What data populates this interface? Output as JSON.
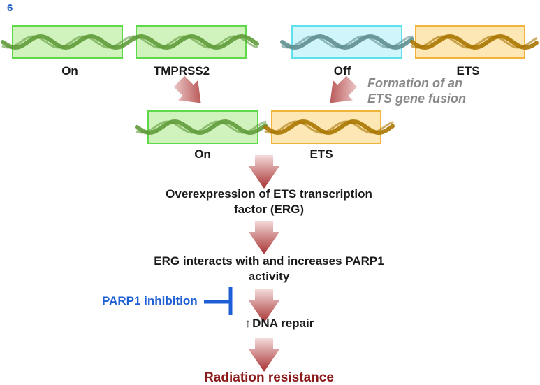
{
  "figure_number": "6",
  "genes_top": {
    "left_pair": {
      "on_label": "On",
      "gene_label": "TMPRSS2"
    },
    "right_pair": {
      "off_label": "Off",
      "gene_label": "ETS"
    }
  },
  "annotation": "Formation of an ETS gene fusion",
  "fusion": {
    "on_label": "On",
    "gene_label": "ETS"
  },
  "steps": [
    "Overexpression of ETS transcription factor (ERG)",
    "ERG interacts with and increases PARP1 activity",
    "DNA repair"
  ],
  "step3_prefix_glyph": "↑",
  "inhibitor": "PARP1 inhibition",
  "outcome": "Radiation resistance",
  "colors": {
    "on_box_fill": "#c8f0b0",
    "on_box_border": "#5fd84a",
    "off_box_fill": "#c8f4fb",
    "off_box_border": "#5fe0ef",
    "ets_box_fill": "#fde3a8",
    "ets_box_border": "#f0b43a",
    "green_strand": "#5f9b3a",
    "teal_strand": "#5f8f8f",
    "gold_strand": "#a87500",
    "arrow": "#a83232",
    "inhibition": "#1f5fd6",
    "outcome_text": "#8b1a1a",
    "annotation_text": "#8a8a8a"
  },
  "icons": [
    "dna-strand-icon",
    "down-arrow-icon",
    "inhibition-bar-icon",
    "up-arrow-icon"
  ]
}
